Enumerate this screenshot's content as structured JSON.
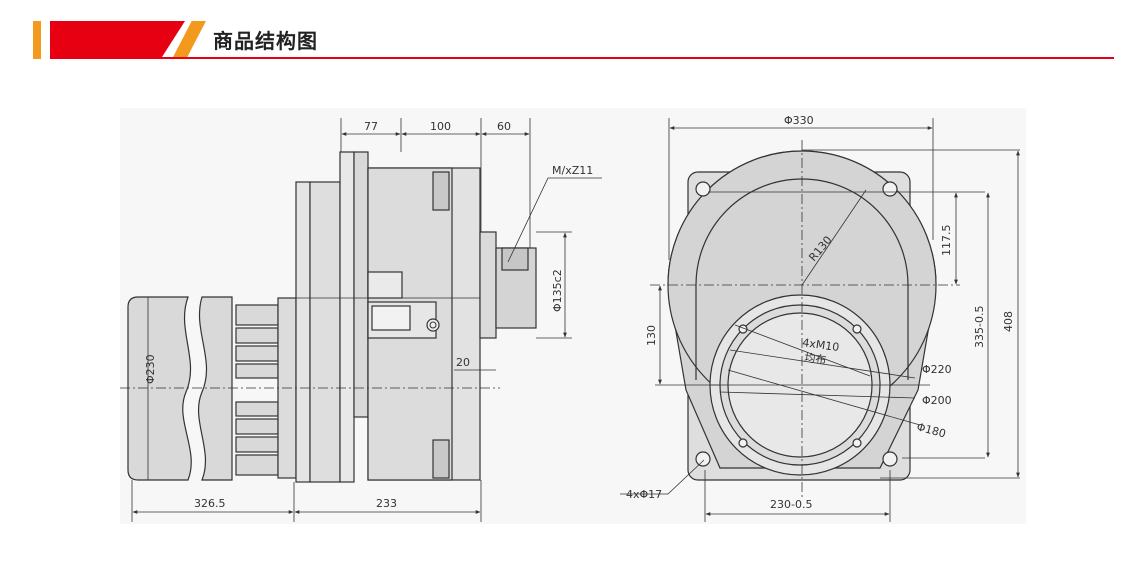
{
  "header": {
    "title": "商品结构图",
    "accent_red": "#e60012",
    "accent_orange": "#f39a1e"
  },
  "side_view": {
    "dims": {
      "d77": "77",
      "d100": "100",
      "d60": "60",
      "thread": "M/xZ11",
      "shaft": "Φ135c2",
      "d20": "20",
      "dia230": "Φ230",
      "d326": "326.5",
      "d233": "233"
    }
  },
  "front_view": {
    "dims": {
      "dia330": "Φ330",
      "r130": "R130",
      "d117": "117.5",
      "d335": "335-0.5",
      "d408": "408",
      "d130": "130",
      "holes_top": "4xM10",
      "holes_bottom": "均布",
      "dia220": "Φ220",
      "dia200": "Φ200",
      "dia180": "Φ180",
      "holes4": "4xΦ17",
      "d230": "230-0.5"
    }
  }
}
